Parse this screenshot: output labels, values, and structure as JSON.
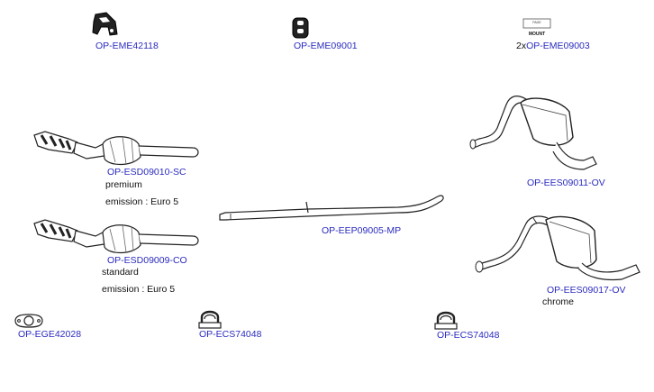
{
  "colors": {
    "code": "#2b2bc0",
    "note": "#111111",
    "line": "#222222"
  },
  "parts": [
    {
      "id": "mount-1",
      "code": "OP-EME42118",
      "icon": "rubber-mount-icon"
    },
    {
      "id": "mount-2",
      "code": "OP-EME09001",
      "icon": "rubber-mount-icon"
    },
    {
      "id": "mount-3",
      "code": "OP-EME09003",
      "prefix": "2x",
      "icon": "mount-label-icon",
      "icon_text": [
        "PAGE",
        "MOUNT"
      ]
    },
    {
      "id": "cat-1",
      "code": "OP-ESD09010-SC",
      "notes": [
        "premium",
        "emission : Euro 5"
      ],
      "icon": "catalytic-converter-icon"
    },
    {
      "id": "cat-2",
      "code": "OP-ESD09009-CO",
      "notes": [
        "standard",
        "emission : Euro 5"
      ],
      "icon": "catalytic-converter-icon"
    },
    {
      "id": "pipe",
      "code": "OP-EEP09005-MP",
      "icon": "intermediate-pipe-icon"
    },
    {
      "id": "silencer-1",
      "code": "OP-EES09011-OV",
      "icon": "rear-silencer-icon"
    },
    {
      "id": "silencer-2",
      "code": "OP-EES09017-OV",
      "notes": [
        "chrome"
      ],
      "icon": "rear-silencer-icon"
    },
    {
      "id": "gasket",
      "code": "OP-EGE42028",
      "icon": "gasket-icon"
    },
    {
      "id": "clamp-1",
      "code": "OP-ECS74048",
      "icon": "clamp-icon"
    },
    {
      "id": "clamp-2",
      "code": "OP-ECS74048",
      "icon": "clamp-icon"
    }
  ]
}
